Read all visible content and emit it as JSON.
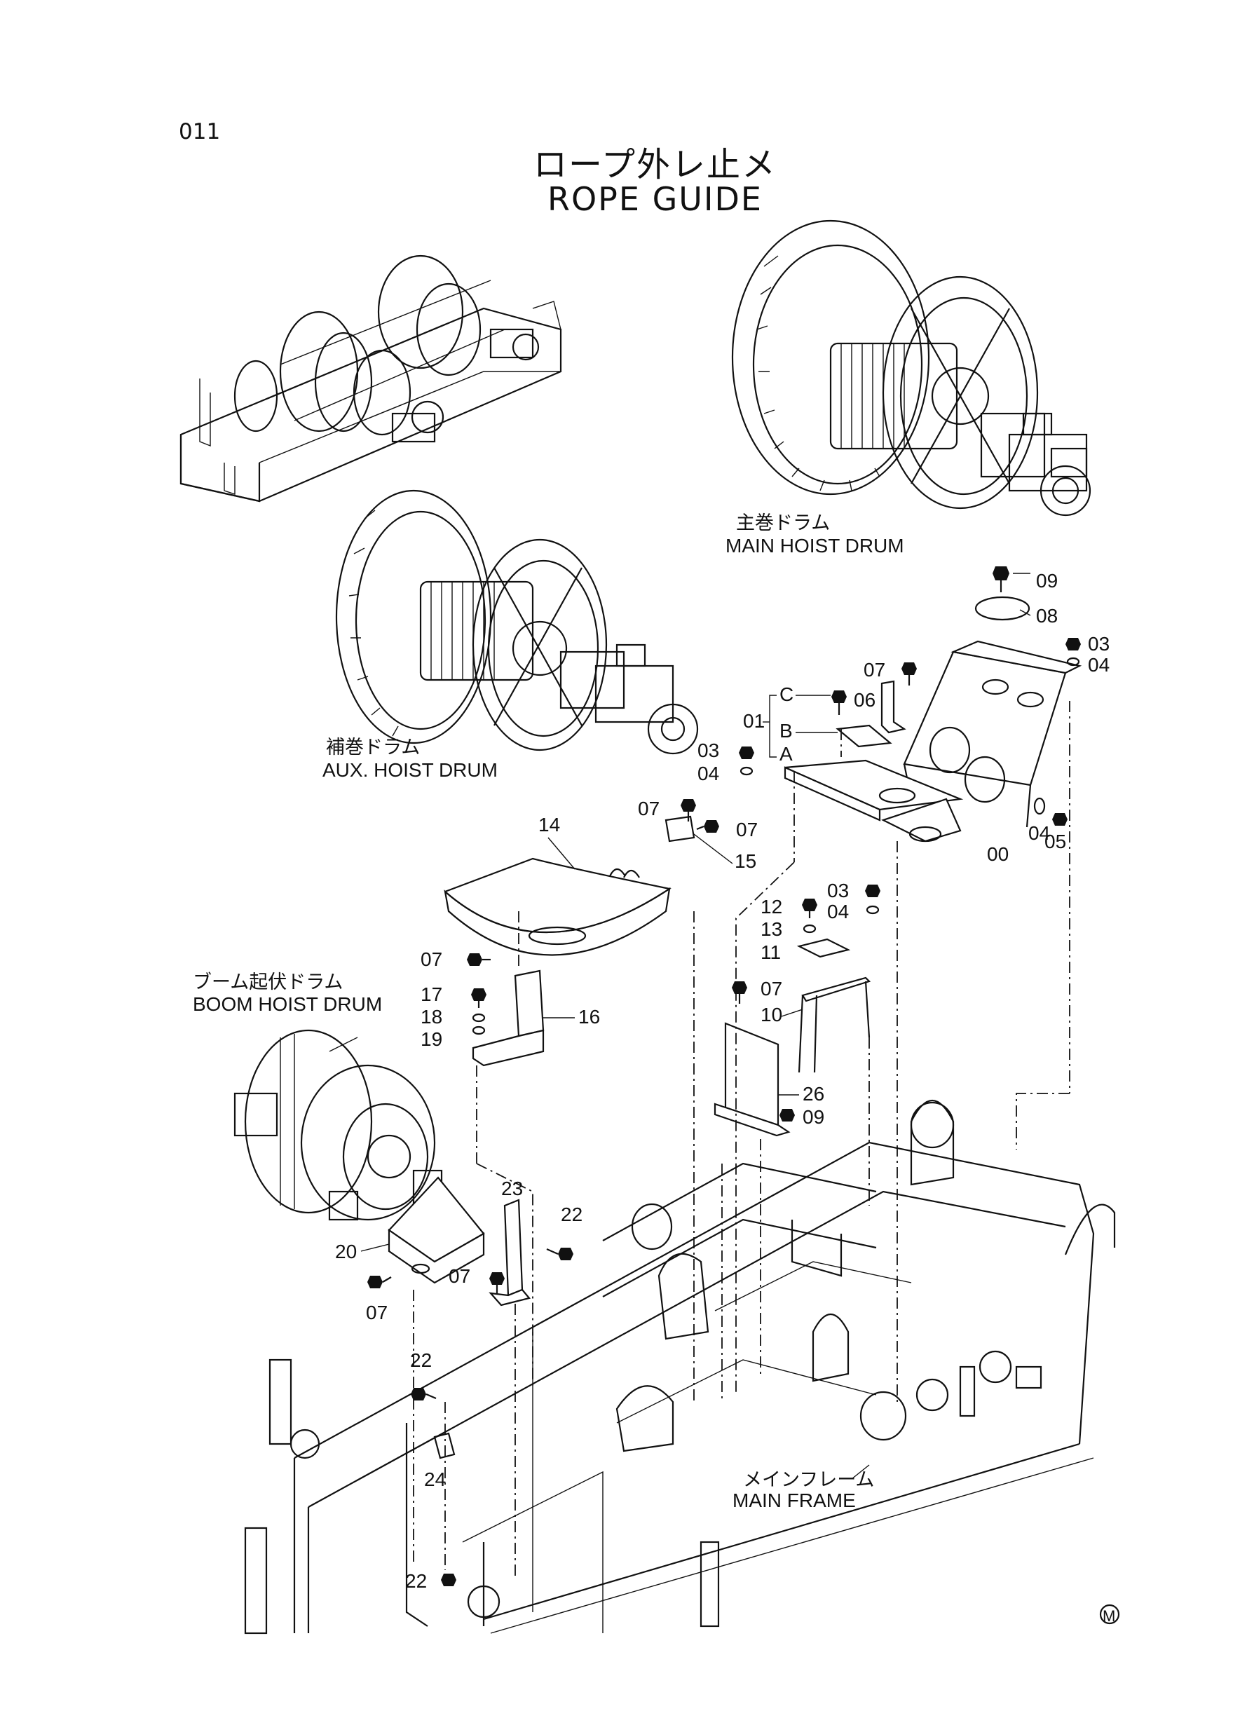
{
  "page_number": "011",
  "title_jp": "ロープ外レ止メ",
  "title_en": "ROPE GUIDE",
  "callouts": {
    "main_hoist_jp": "主巻ドラム",
    "main_hoist_en": "MAIN HOIST DRUM",
    "aux_hoist_jp": "補巻ドラム",
    "aux_hoist_en": "AUX. HOIST DRUM",
    "boom_hoist_jp": "ブーム起伏ドラム",
    "boom_hoist_en": "BOOM HOIST DRUM",
    "main_frame_jp": "メインフレーム",
    "main_frame_en": "MAIN FRAME"
  },
  "part_labels": {
    "p00": "00",
    "p01": "01",
    "p03a": "03",
    "p03b": "03",
    "p03c": "03",
    "p04a": "04",
    "p04b": "04",
    "p04c": "04",
    "p04d": "04",
    "p05": "05",
    "p06": "06",
    "p07a": "07",
    "p07b": "07",
    "p07c": "07",
    "p07d": "07",
    "p07e": "07",
    "p07f": "07",
    "p07g": "07",
    "p08": "08",
    "p09a": "09",
    "p09b": "09",
    "p10": "10",
    "p11": "11",
    "p12": "12",
    "p13": "13",
    "p14": "14",
    "p15": "15",
    "p16": "16",
    "p17": "17",
    "p18": "18",
    "p19": "19",
    "p20": "20",
    "p22a": "22",
    "p22b": "22",
    "p22c": "22",
    "p23": "23",
    "p24": "24",
    "p26": "26",
    "subA": "A",
    "subB": "B",
    "subC": "C"
  },
  "mark": "M"
}
